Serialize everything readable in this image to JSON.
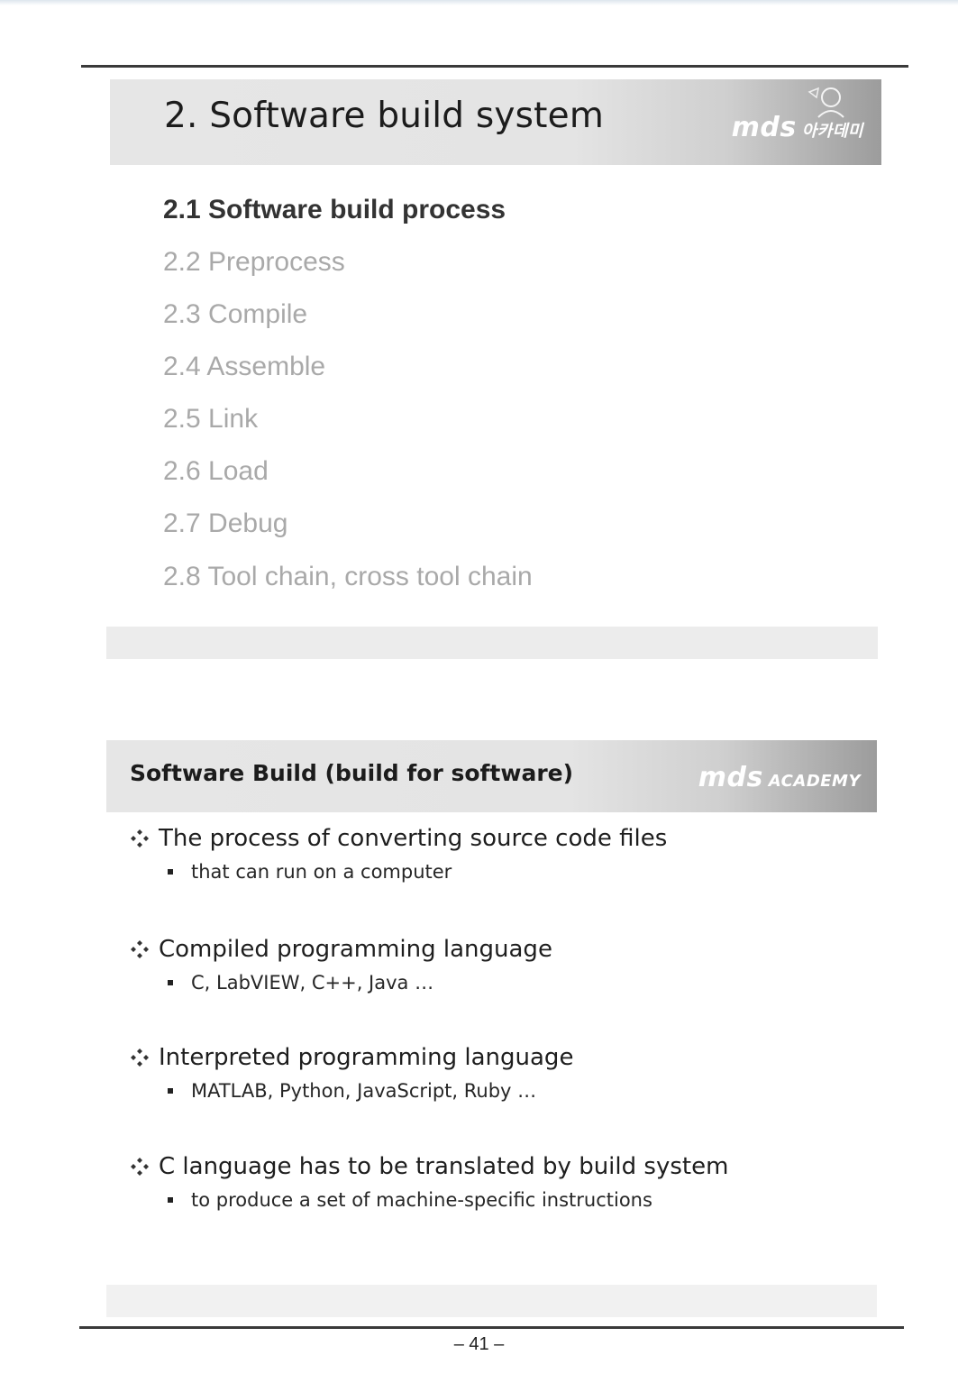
{
  "top_banner": {
    "title": "2. Software build system",
    "logo_mds": "mds",
    "logo_suffix": "아카데미"
  },
  "toc": [
    {
      "label": "2.1 Software build process",
      "active": true
    },
    {
      "label": "2.2 Preprocess",
      "active": false
    },
    {
      "label": "2.3 Compile",
      "active": false
    },
    {
      "label": "2.4 Assemble",
      "active": false
    },
    {
      "label": "2.5 Link",
      "active": false
    },
    {
      "label": "2.6 Load",
      "active": false
    },
    {
      "label": "2.7 Debug",
      "active": false
    },
    {
      "label": "2.8 Tool chain, cross tool chain",
      "active": false
    }
  ],
  "section_banner": {
    "title": "Software Build (build for software)",
    "logo_mds": "mds",
    "logo_suffix": "ACADEMY"
  },
  "bullets": [
    {
      "text": "The process of converting source code files",
      "sub": "that can run on a computer"
    },
    {
      "text": "Compiled programming language",
      "sub": "C, LabVIEW, C++, Java …"
    },
    {
      "text": "Interpreted programming language",
      "sub": "MATLAB, Python, JavaScript, Ruby …"
    },
    {
      "text": "C language has to be translated by build system",
      "sub": "to produce a set of machine-specific instructions"
    }
  ],
  "page_number": "– 41 –",
  "colors": {
    "toc_active": "#333333",
    "toc_inactive": "#a9a9a9",
    "banner_light": "#e6e6e6",
    "banner_dark": "#9c9c9c"
  }
}
